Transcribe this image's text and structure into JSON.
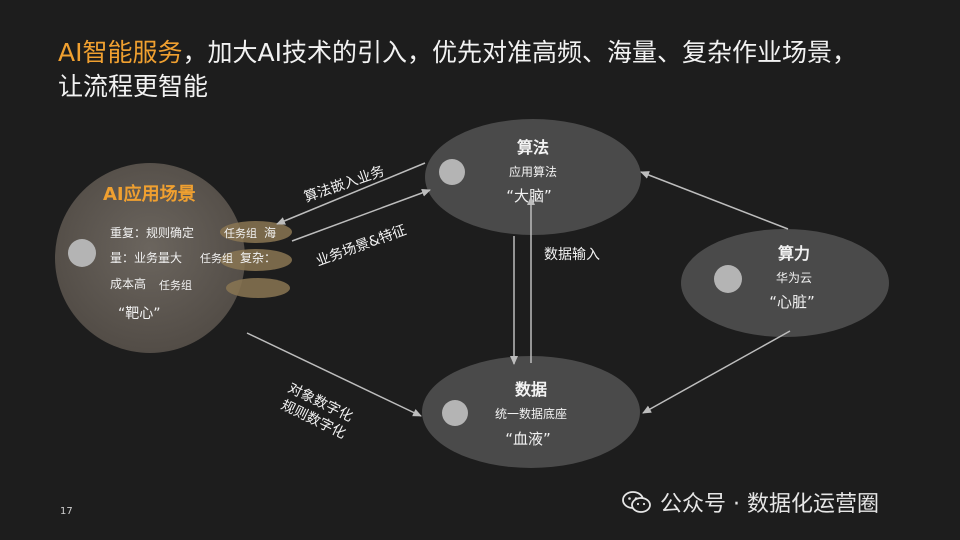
{
  "title": {
    "highlight": "AI智能服务",
    "rest": "，加大AI技术的引入，优先对准高频、海量、复杂作业场景，",
    "line2": "让流程更智能"
  },
  "nodes": {
    "scene": {
      "title": "AI应用场景",
      "line1": "重复：规则确定",
      "line1_tag": "任务组",
      "line1_tail": "海",
      "line2": "量：业务量大",
      "line2_tag": "任务组",
      "line2_tail": "复杂：",
      "line3": "成本高",
      "line3_tag": "任务组",
      "nickname": "“靶心”"
    },
    "algorithm": {
      "title": "算法",
      "subtitle": "应用算法",
      "nickname": "“大脑”"
    },
    "compute": {
      "title": "算力",
      "subtitle": "华为云",
      "nickname": "“心脏”"
    },
    "data": {
      "title": "数据",
      "subtitle": "统一数据底座",
      "nickname": "“血液”"
    }
  },
  "edges": {
    "algo_to_scene": "算法嵌入业务",
    "scene_to_algo": "业务场景&特征",
    "data_input": "数据输入",
    "object_digital": "对象数字化",
    "rule_digital": "规则数字化"
  },
  "footer": {
    "page_number": "17",
    "watermark": "公众号 · 数据化运营圈"
  },
  "colors": {
    "background": "#1d1d1d",
    "ellipse": "#4a4a4a",
    "scene_circle": "#5c5650",
    "highlight": "#f0a030",
    "task_tag": "#8a7552"
  }
}
